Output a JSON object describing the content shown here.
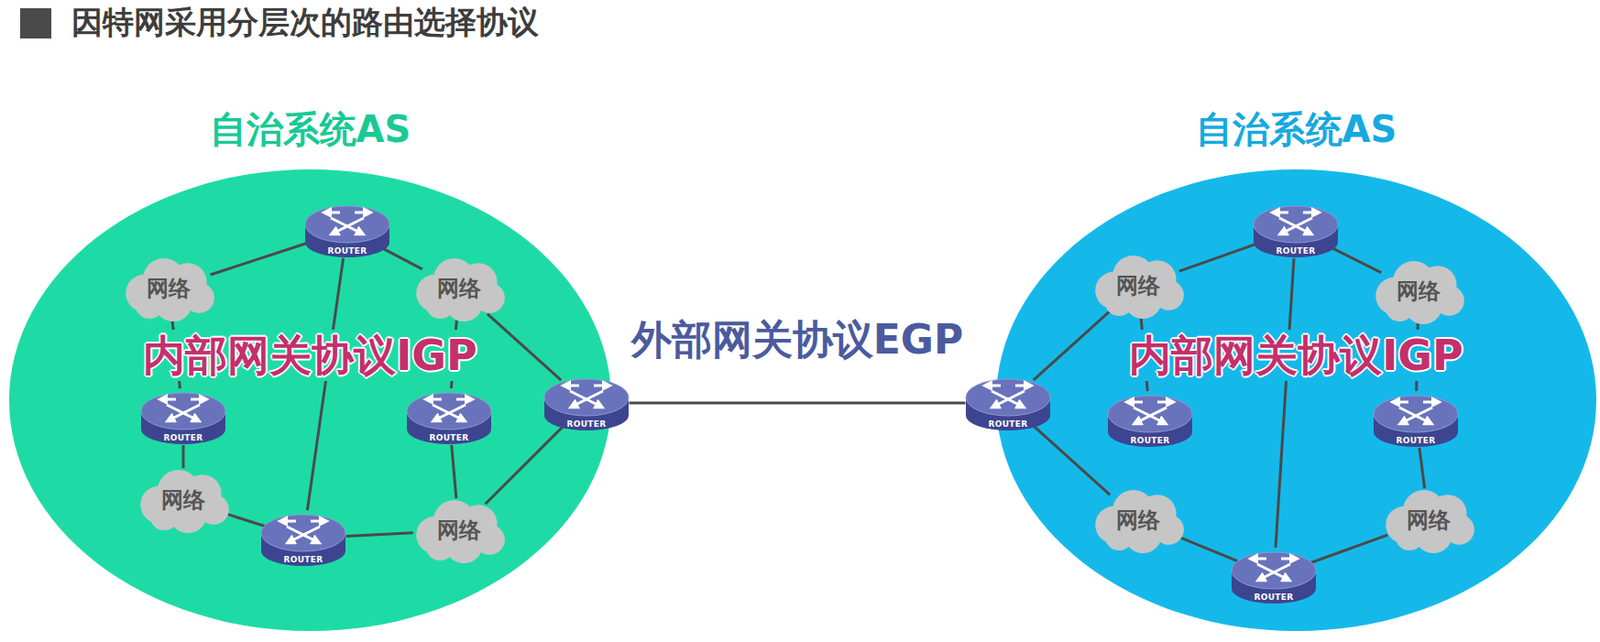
{
  "diagram": {
    "title": "因特网采用分层次的路由选择协议",
    "nodes": [
      {
        "text": [
          "自治系统AS",
          "内部网关协议IGP"
        ]
      },
      {
        "text": [
          "ROUTER"
        ],
        "in": 0
      },
      {
        "text": [
          "网络"
        ],
        "in": 0
      },
      {
        "text": [
          "网络"
        ],
        "in": 0
      },
      {
        "text": [
          "ROUTER"
        ],
        "in": 0
      },
      {
        "text": [
          "ROUTER"
        ],
        "in": 0
      },
      {
        "text": [
          "ROUTER"
        ],
        "in": 0
      },
      {
        "text": [
          "网络"
        ],
        "in": 0
      },
      {
        "text": [
          "网络"
        ],
        "in": 0
      },
      {
        "text": [
          "ROUTER"
        ],
        "in": 0
      },
      {
        "text": [
          "自治系统AS",
          "内部网关协议IGP"
        ]
      },
      {
        "text": [
          "ROUTER"
        ],
        "in": 10
      },
      {
        "text": [
          "网络"
        ],
        "in": 10
      },
      {
        "text": [
          "网络"
        ],
        "in": 10
      },
      {
        "text": [
          "ROUTER"
        ],
        "in": 10
      },
      {
        "text": [
          "ROUTER"
        ],
        "in": 10
      },
      {
        "text": [
          "ROUTER"
        ],
        "in": 10
      },
      {
        "text": [
          "网络"
        ],
        "in": 10
      },
      {
        "text": [
          "网络"
        ],
        "in": 10
      },
      {
        "text": [
          "ROUTER"
        ],
        "in": 10
      }
    ],
    "edges": [
      {
        "from": 2,
        "to": 1,
        "arrow": "none"
      },
      {
        "from": 1,
        "to": 3,
        "arrow": "none"
      },
      {
        "from": 1,
        "to": 9,
        "arrow": "none"
      },
      {
        "from": 3,
        "to": 5,
        "arrow": "none"
      },
      {
        "from": 3,
        "to": 6,
        "arrow": "none"
      },
      {
        "from": 2,
        "to": 4,
        "arrow": "none"
      },
      {
        "from": 4,
        "to": 7,
        "arrow": "none"
      },
      {
        "from": 7,
        "to": 9,
        "arrow": "none"
      },
      {
        "from": 9,
        "to": 8,
        "arrow": "none"
      },
      {
        "from": 5,
        "to": 8,
        "arrow": "none"
      },
      {
        "from": 8,
        "to": 6,
        "arrow": "none"
      },
      {
        "from": 6,
        "to": 14,
        "label": "外部网关协议EGP",
        "arrow": "none"
      },
      {
        "from": 14,
        "to": 12,
        "arrow": "none"
      },
      {
        "from": 12,
        "to": 11,
        "arrow": "none"
      },
      {
        "from": 11,
        "to": 13,
        "arrow": "none"
      },
      {
        "from": 11,
        "to": 19,
        "arrow": "none"
      },
      {
        "from": 12,
        "to": 15,
        "arrow": "none"
      },
      {
        "from": 13,
        "to": 16,
        "arrow": "none"
      },
      {
        "from": 16,
        "to": 18,
        "arrow": "none"
      },
      {
        "from": 14,
        "to": 17,
        "arrow": "none"
      },
      {
        "from": 17,
        "to": 19,
        "arrow": "none"
      },
      {
        "from": 19,
        "to": 18,
        "arrow": "none"
      }
    ]
  }
}
